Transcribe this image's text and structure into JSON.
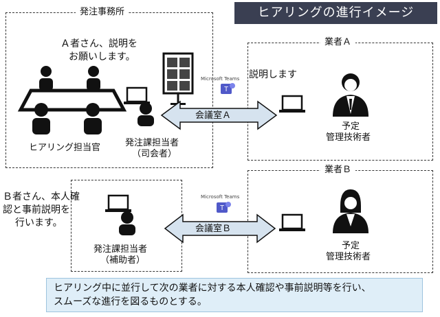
{
  "title": "ヒアリングの進行イメージ",
  "boxes": {
    "office": "発注事務所",
    "company_a": "業者Ａ",
    "company_b": "業者Ｂ"
  },
  "speech": {
    "a_request": [
      "Ａ者さん、説明を",
      "お願いします。"
    ],
    "b_notice": [
      "Ｂ者さん、本人確",
      "認と事前説明を",
      "行います。"
    ],
    "explain": "説明します"
  },
  "labels": {
    "hearing_officer": "ヒアリング担当官",
    "moderator": [
      "発注課担当者",
      "（司会者）"
    ],
    "assistant": [
      "発注課担当者",
      "（補助者）"
    ],
    "engineer_a": [
      "予定",
      "管理技術者"
    ],
    "engineer_b": [
      "予定",
      "管理技術者"
    ],
    "room_a": "会議室Ａ",
    "room_b": "会議室Ｂ",
    "teams_a": "Microsoft Teams",
    "teams_b": "Microsoft Teams"
  },
  "note": [
    "ヒアリング中に並行して次の業者に対する本人確認や事前説明等を行い、",
    "スムーズな進行を図るものとする。"
  ],
  "colors": {
    "title_bg": "#3a3f52",
    "arrow_fill": "#d6e3ef",
    "note_bg": "#dfeef8",
    "teams_purple": "#5059c9"
  }
}
